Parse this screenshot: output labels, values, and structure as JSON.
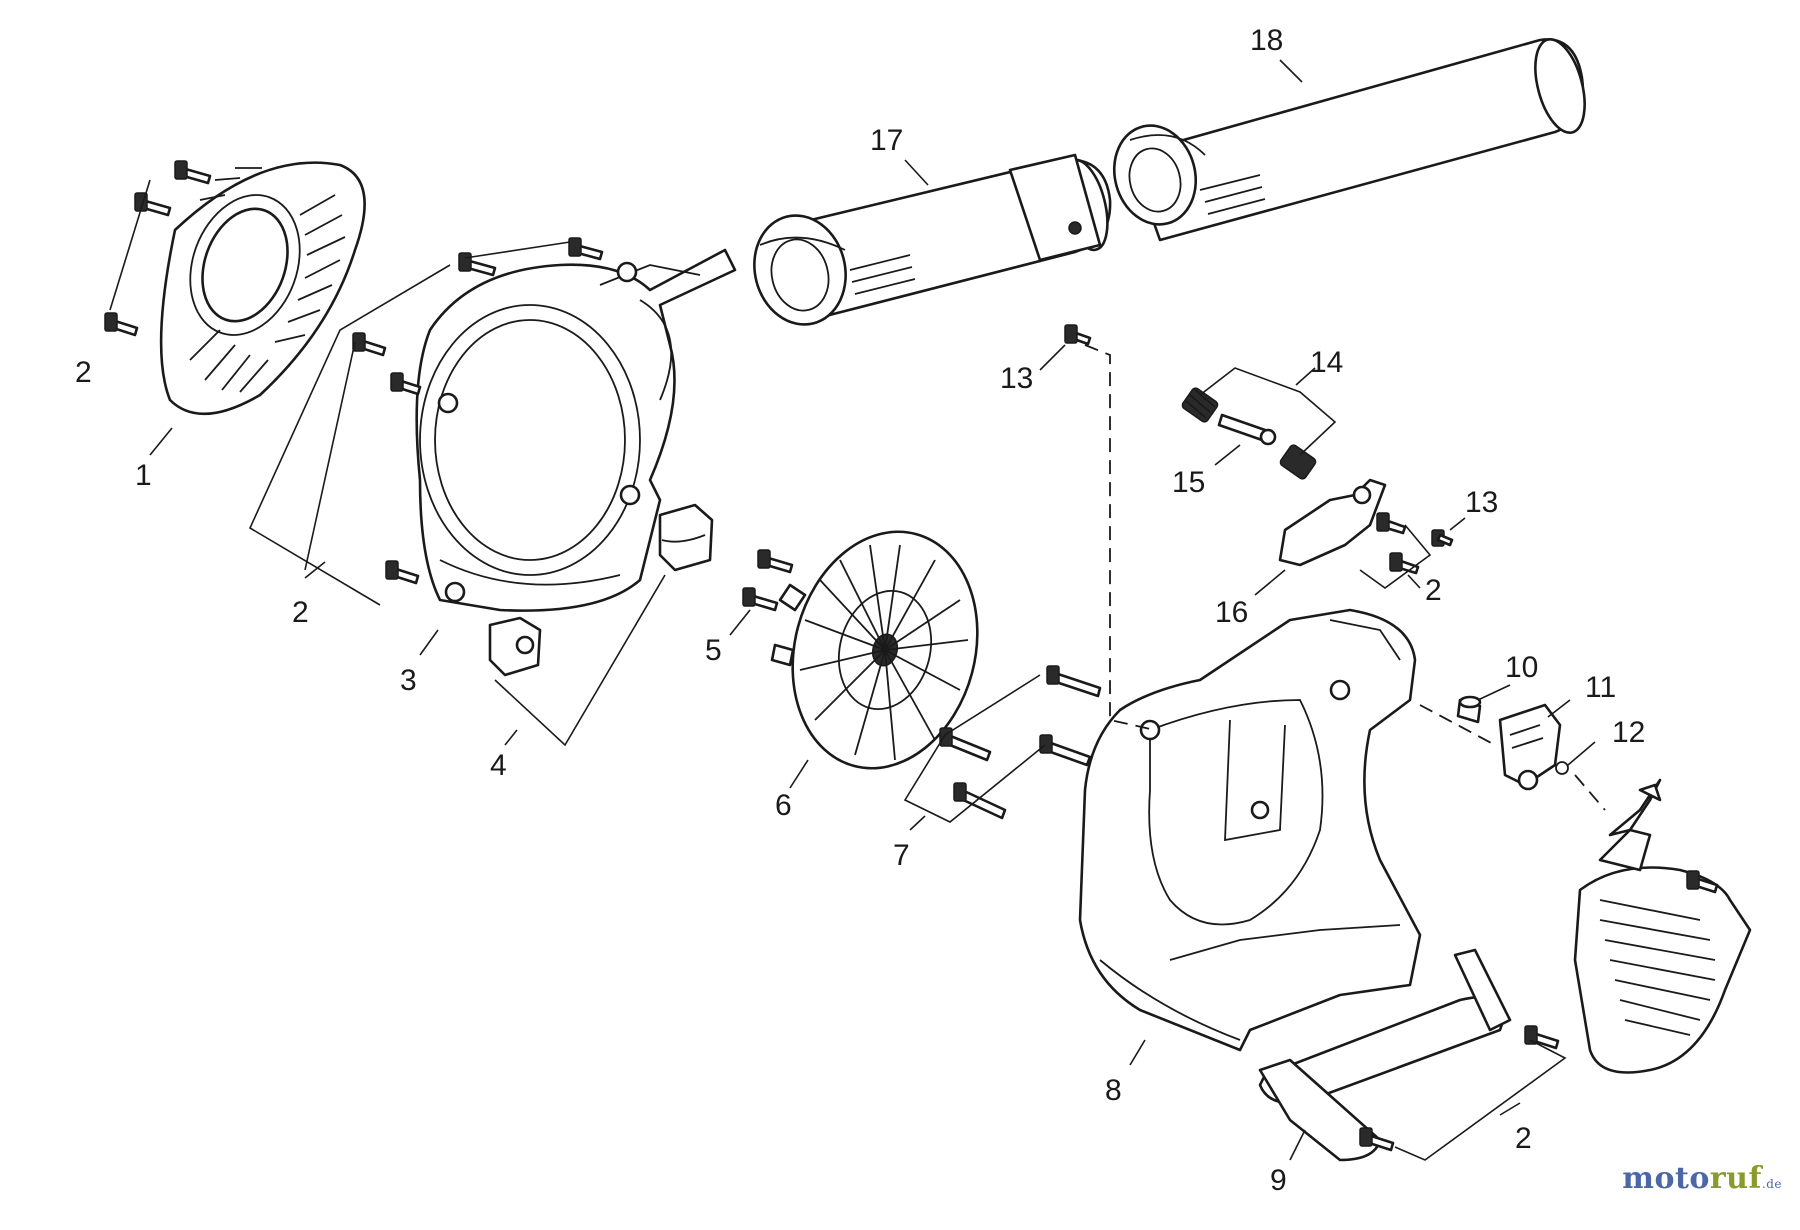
{
  "diagram": {
    "callouts": [
      "1",
      "2",
      "2",
      "3",
      "4",
      "5",
      "6",
      "7",
      "8",
      "9",
      "2",
      "10",
      "11",
      "12",
      "13",
      "13",
      "14",
      "15",
      "16",
      "2",
      "17",
      "18"
    ]
  },
  "watermark": {
    "part1": "moto",
    "part2": "ruf",
    "suffix": ".de"
  },
  "colors": {
    "line": "#1a1a1a",
    "background": "#ffffff",
    "watermark_blue": "#4b67a6",
    "watermark_green": "#8a9a2e"
  }
}
